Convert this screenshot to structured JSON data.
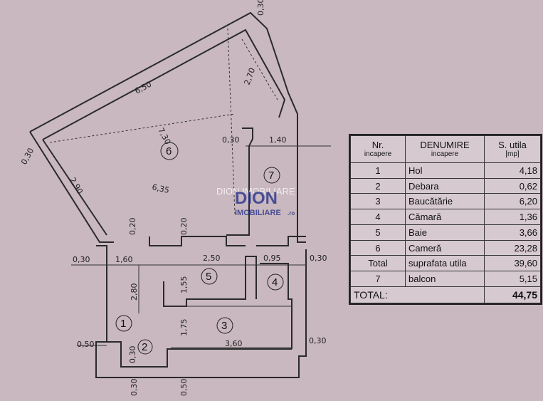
{
  "plan": {
    "dimensions": [
      "0,30",
      "6,50",
      "2,70",
      "0,30",
      "1,40",
      "0,30",
      "2,90",
      "7,30",
      "6,35",
      "0,20",
      "0,20",
      "0,30",
      "1,60",
      "2,50",
      "0,95",
      "0,30",
      "1,55",
      "2,80",
      "1,75",
      "3,60",
      "0,30",
      "0,50",
      "0,30",
      "0,30",
      "0,50"
    ],
    "rooms": [
      "1",
      "2",
      "3",
      "4",
      "5",
      "6",
      "7"
    ]
  },
  "watermark": {
    "text": "DION IMOBILIARE",
    "logo_top": "DION",
    "logo_bottom": "IMOBILIARE",
    "logo_suffix": ".ro"
  },
  "table": {
    "headers": {
      "nr": "Nr.",
      "nr_sub": "incapere",
      "name": "DENUMIRE",
      "name_sub": "incapere",
      "area": "S. utila",
      "area_sub": "[mp]"
    },
    "rows": [
      {
        "nr": "1",
        "name": "Hol",
        "area": "4,18"
      },
      {
        "nr": "2",
        "name": "Debara",
        "area": "0,62"
      },
      {
        "nr": "3",
        "name": "Baucătărie",
        "area": "6,20"
      },
      {
        "nr": "4",
        "name": "Cămară",
        "area": "1,36"
      },
      {
        "nr": "5",
        "name": "Baie",
        "area": "3,66"
      },
      {
        "nr": "6",
        "name": "Cameră",
        "area": "23,28"
      }
    ],
    "subtotal": {
      "label": "Total",
      "name": "suprafata utila",
      "area": "39,60"
    },
    "balcony": {
      "nr": "7",
      "name": "balcon",
      "area": "5,15"
    },
    "total": {
      "label": "TOTAL:",
      "area": "44,75"
    }
  }
}
